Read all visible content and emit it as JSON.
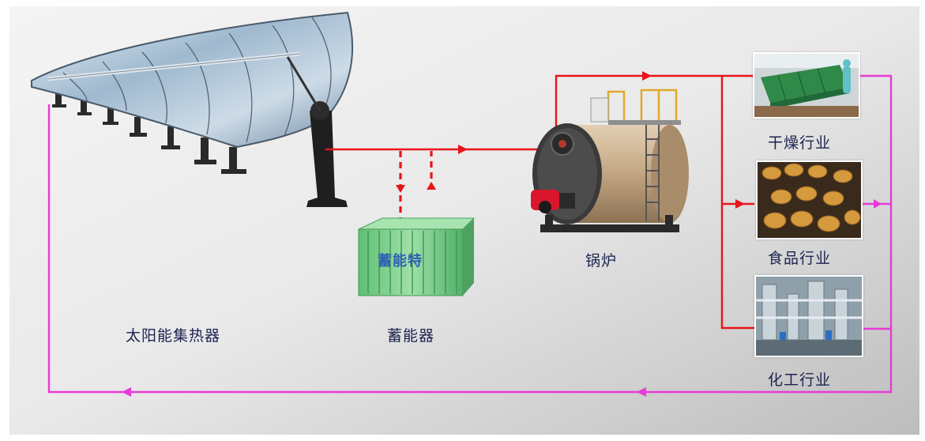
{
  "labels": {
    "solar_collector": "太阳能集热器",
    "accumulator": "蓄能器",
    "boiler": "锅炉",
    "drying": "干燥行业",
    "food": "食品行业",
    "chemical": "化工行业"
  },
  "accumulator_logo": "蓄能特",
  "colors": {
    "supply_line": "#e8151b",
    "return_line": "#e83ad6",
    "accumulator_body": "#7fd08f",
    "boiler_shell": "#c9ad89",
    "burner": "#d9162b",
    "drying_machine": "#2f8a4a",
    "label_text": "#1c2350"
  }
}
